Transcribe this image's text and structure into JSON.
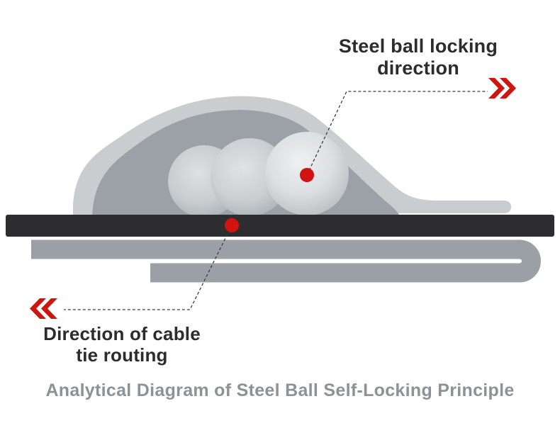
{
  "labels": {
    "steel_ball": {
      "line1": "Steel ball locking",
      "line2": "direction"
    },
    "cable_tie": {
      "line1": "Direction of cable",
      "line2": "tie routing"
    }
  },
  "title": "Analytical Diagram of Steel Ball Self-Locking Principle",
  "colors": {
    "accent_red": "#d21411",
    "strap_dark": "#2d2d2f",
    "band_gray": "#9aa0a5",
    "dome_light": "#c9cdd0",
    "dome_inner": "#9ba1a6",
    "label_dark": "#2c2c2e",
    "title_gray": "#8d9296",
    "dash_line": "#3c3c3c"
  },
  "icons": {
    "right_arrows": "double-chevron-right",
    "left_arrows": "double-chevron-left",
    "upper_marker": "red-dot",
    "lower_marker": "red-dot"
  }
}
